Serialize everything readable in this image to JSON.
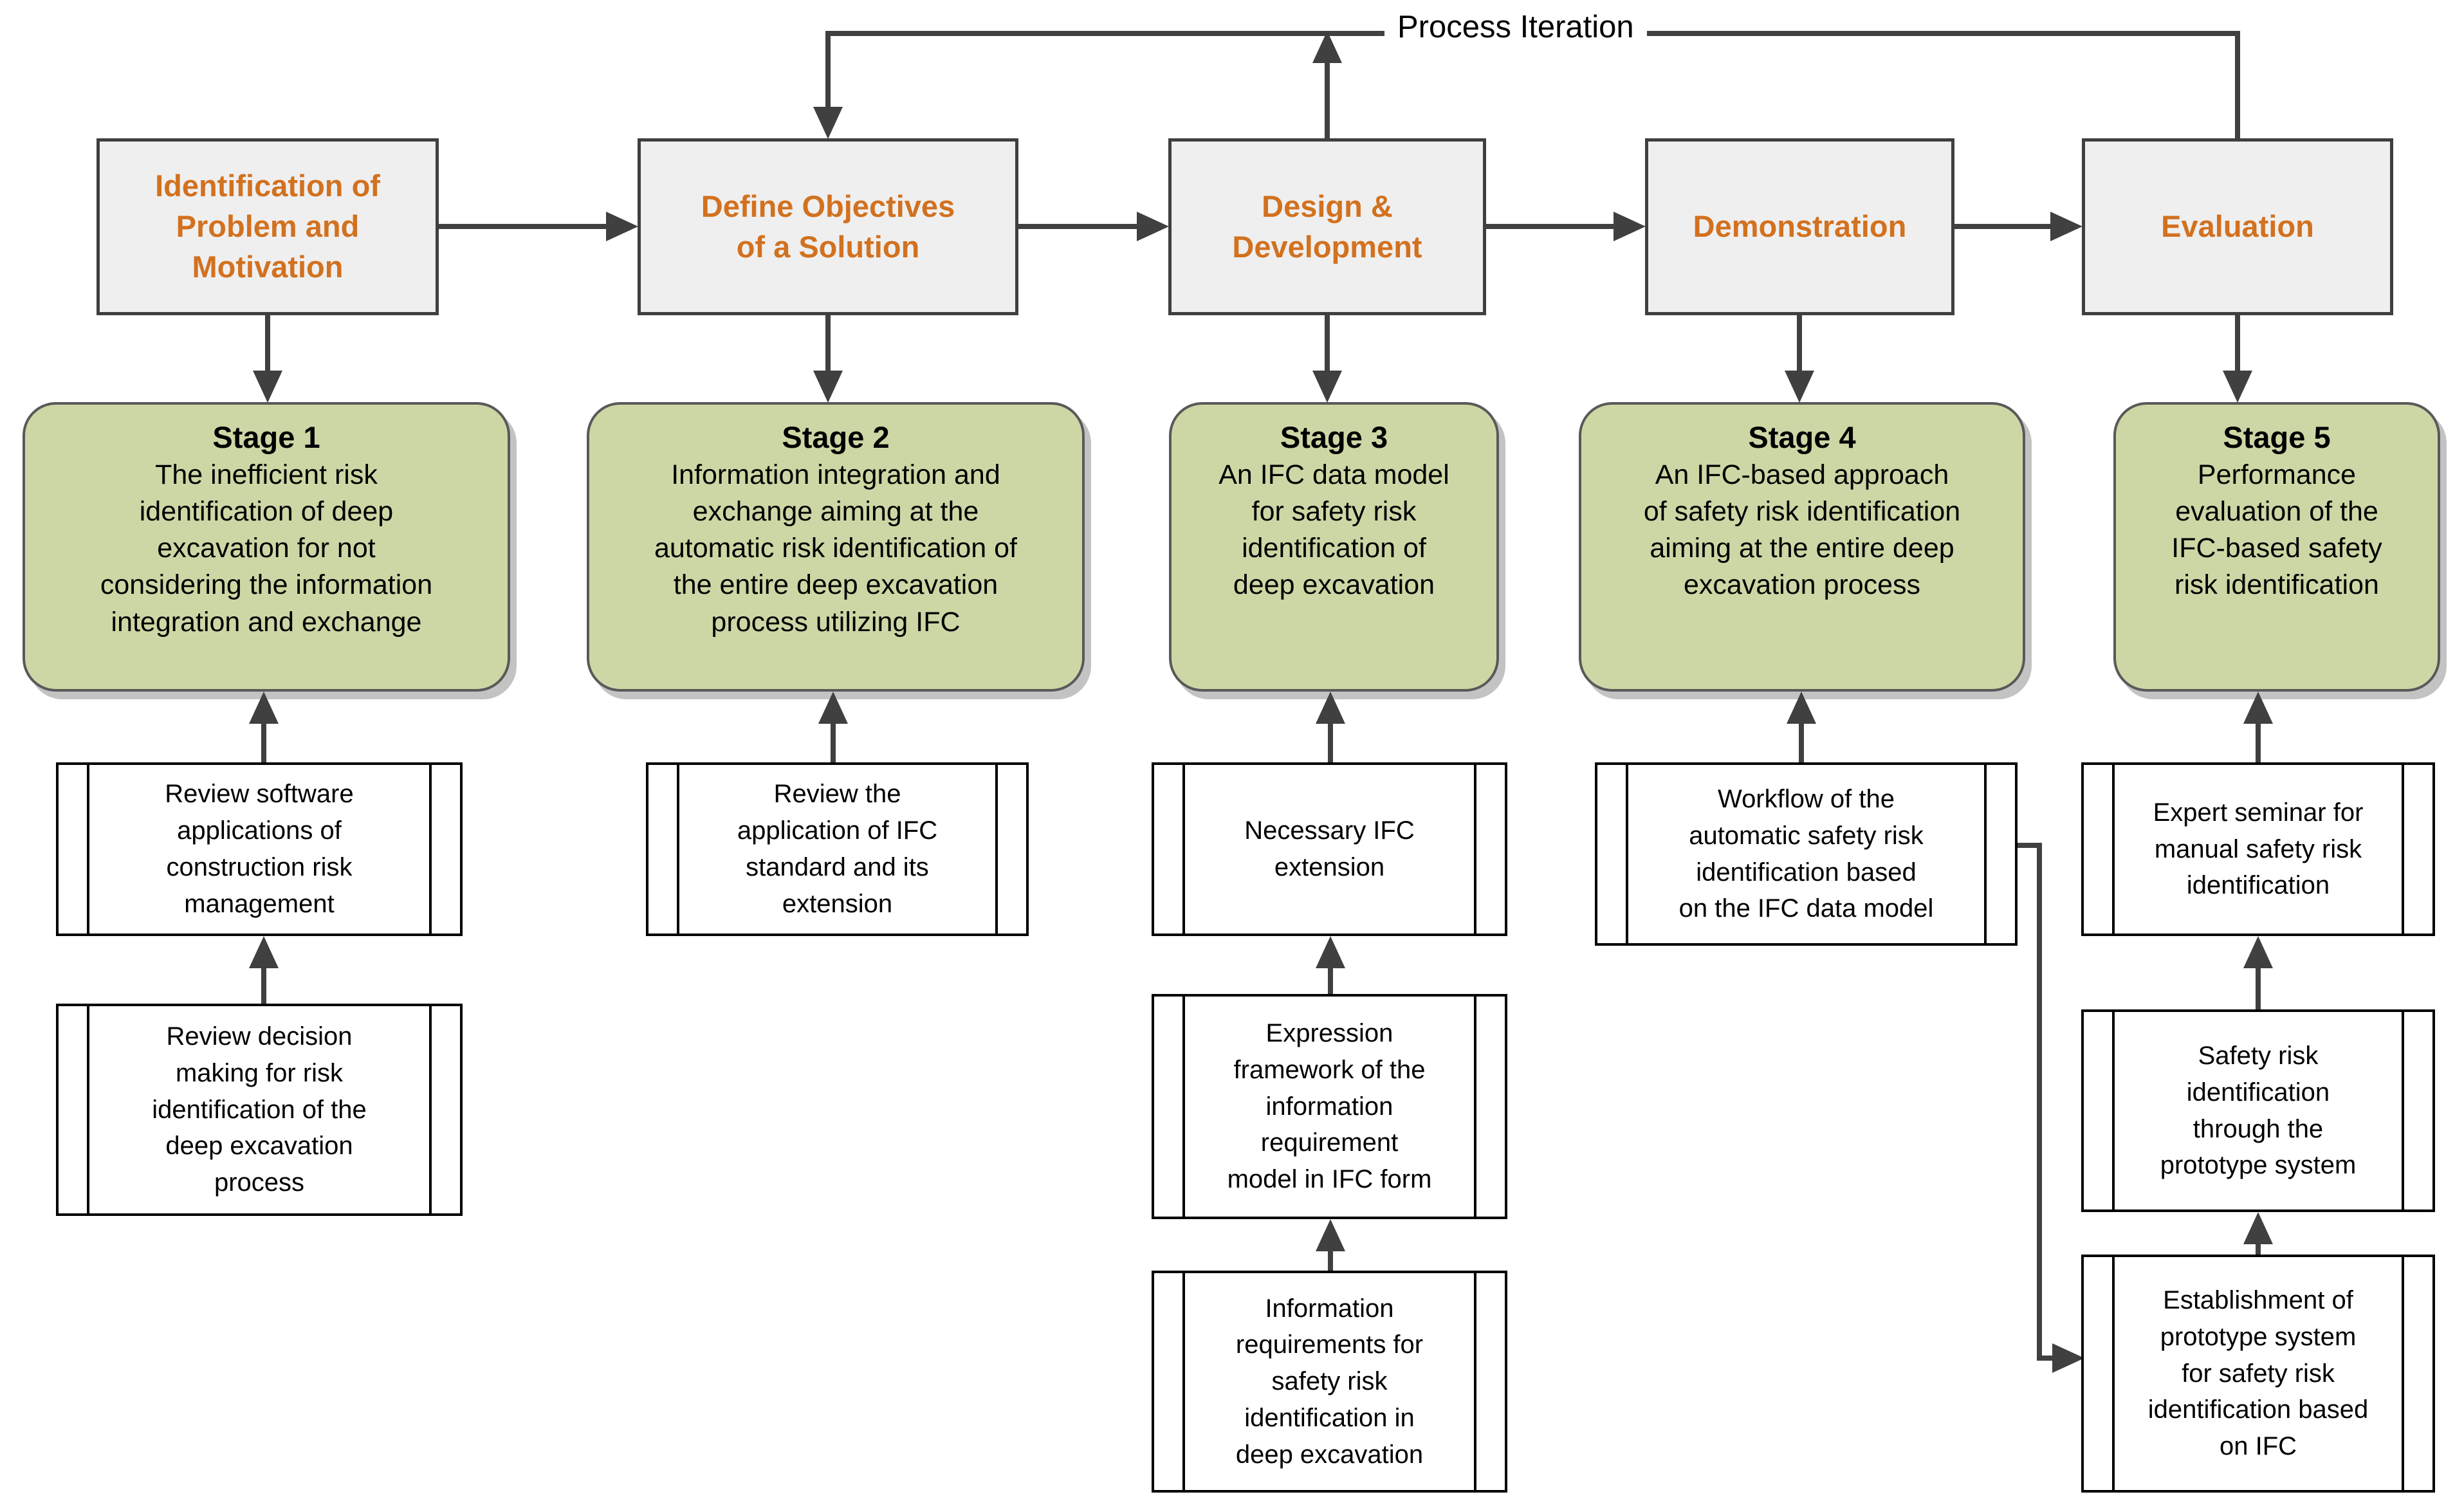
{
  "iteration_label": "Process Iteration",
  "colors": {
    "phase_fill": "#efefef",
    "phase_text": "#d2711f",
    "stage_fill": "#cdd7a5",
    "stage_border": "#595959",
    "connector": "#404040",
    "activity_border": "#000000"
  },
  "phases": [
    {
      "label": "Identification of\nProblem and\nMotivation"
    },
    {
      "label": "Define Objectives\nof a Solution"
    },
    {
      "label": "Design &\nDevelopment"
    },
    {
      "label": "Demonstration"
    },
    {
      "label": "Evaluation"
    }
  ],
  "stages": [
    {
      "title": "Stage 1",
      "text": "The inefficient risk\nidentification of deep\nexcavation for not\nconsidering the information\nintegration and exchange"
    },
    {
      "title": "Stage 2",
      "text": "Information integration and\nexchange aiming at the\nautomatic risk identification of\nthe entire deep excavation\nprocess utilizing IFC"
    },
    {
      "title": "Stage 3",
      "text": "An IFC data model\nfor safety risk\nidentification of\ndeep excavation"
    },
    {
      "title": "Stage 4",
      "text": "An IFC-based approach\nof safety risk identification\naiming at the entire deep\nexcavation process"
    },
    {
      "title": "Stage 5",
      "text": "Performance\nevaluation of the\nIFC-based safety\nrisk identification"
    }
  ],
  "activities": [
    {
      "text": "Review software\napplications of\nconstruction risk\nmanagement"
    },
    {
      "text": "Review decision\nmaking for risk\nidentification of the\ndeep excavation\nprocess"
    },
    {
      "text": "Review the\napplication of IFC\nstandard and its\nextension"
    },
    {
      "text": "Necessary IFC\nextension"
    },
    {
      "text": "Expression\nframework of the\ninformation\nrequirement\nmodel in IFC form"
    },
    {
      "text": "Information\nrequirements for\nsafety risk\nidentification in\ndeep excavation"
    },
    {
      "text": "Workflow of the\nautomatic safety risk\nidentification based\non the IFC data model"
    },
    {
      "text": "Expert seminar for\nmanual safety risk\nidentification"
    },
    {
      "text": "Safety risk\nidentification\nthrough the\nprototype system"
    },
    {
      "text": "Establishment of\nprototype system\nfor safety risk\nidentification based\non IFC"
    }
  ]
}
